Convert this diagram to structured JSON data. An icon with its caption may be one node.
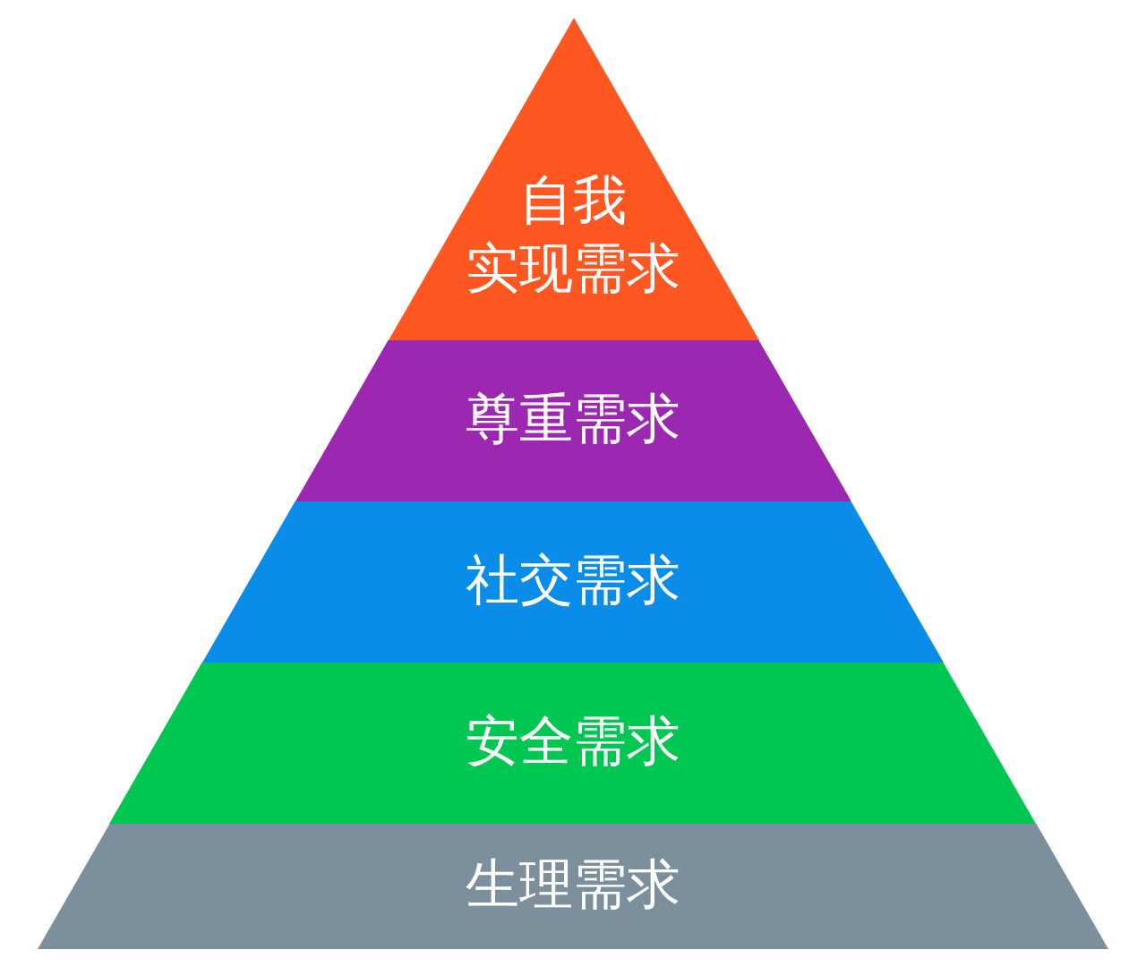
{
  "diagram": {
    "nodes": [
      {
        "text": [
          "自我实现需求"
        ]
      },
      {
        "text": [
          "尊重需求"
        ]
      },
      {
        "text": [
          "社交需求"
        ]
      },
      {
        "text": [
          "安全需求"
        ]
      },
      {
        "text": [
          "生理需求"
        ]
      }
    ]
  }
}
